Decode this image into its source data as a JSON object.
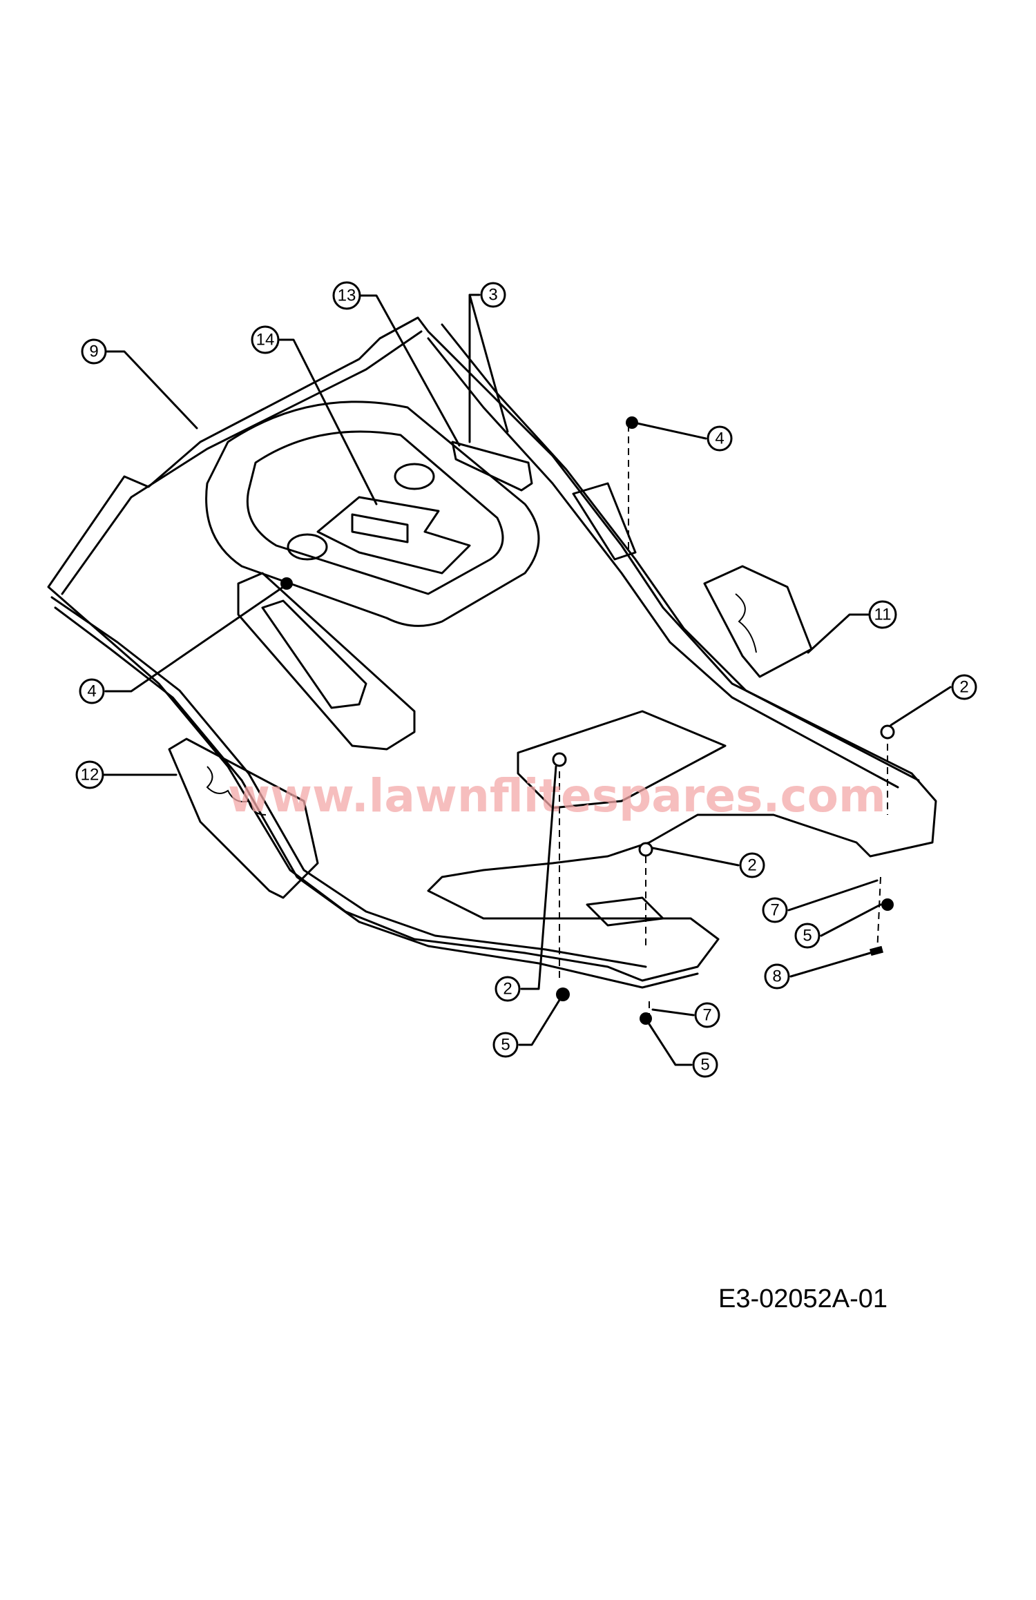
{
  "watermark": "www.lawnflitespares.com",
  "drawing_code": "E3-02052A-01",
  "callouts": [
    "9",
    "14",
    "13",
    "3",
    "4",
    "11",
    "2",
    "4",
    "12",
    "2",
    "7",
    "5",
    "8",
    "2",
    "5",
    "7",
    "5"
  ],
  "colors": {
    "line": "#000000",
    "watermark": "#f4a9a9"
  }
}
